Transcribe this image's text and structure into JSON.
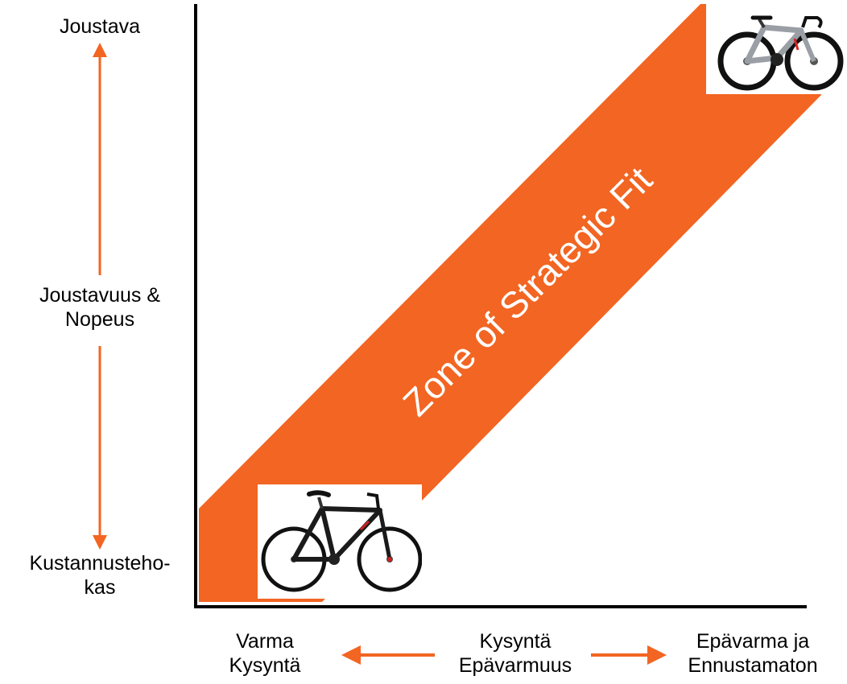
{
  "colors": {
    "accent": "#F26522",
    "axis": "#000000",
    "zone_text": "#FFFFFF"
  },
  "y_axis": {
    "top_label": "Joustava",
    "middle_label_line1": "Joustavuus &",
    "middle_label_line2": "Nopeus",
    "bottom_label_line1": "Kustannusteho-",
    "bottom_label_line2": "kas"
  },
  "x_axis": {
    "left_label_line1": "Varma",
    "left_label_line2": "Kysyntä",
    "center_label_line1": "Kysyntä",
    "center_label_line2": "Epävarmuus",
    "right_label_line1": "Epävarma ja",
    "right_label_line2": "Ennustamaton"
  },
  "zone": {
    "label": "Zone of Strategic Fit"
  },
  "images": {
    "top_right": "road-bike-icon",
    "bottom_left": "hybrid-bike-icon"
  }
}
